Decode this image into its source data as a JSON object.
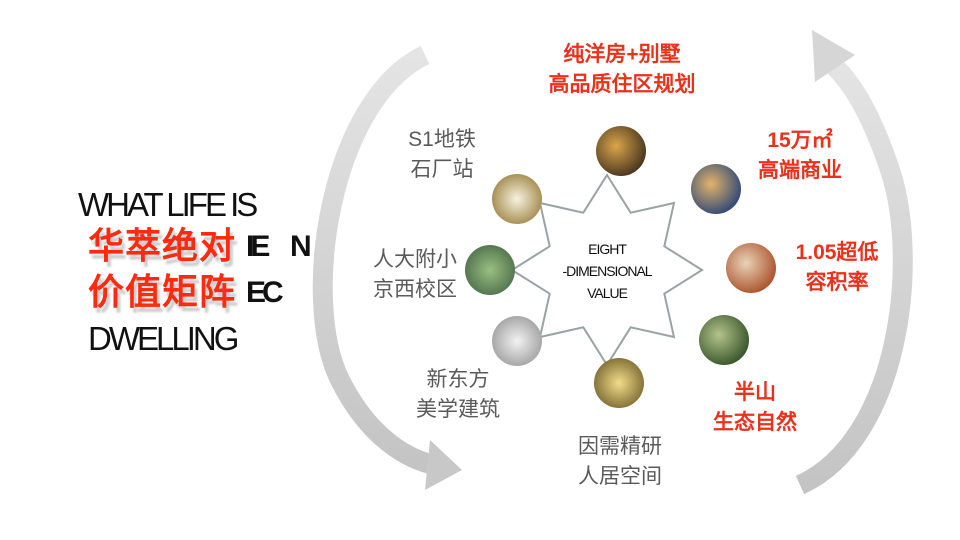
{
  "left_title": {
    "line1": "WHAT LIFE IS",
    "line2_fragment_a": "IE",
    "line2_fragment_b": "N",
    "line3_fragment": "EC",
    "line4": "DWELLING",
    "cn_line1": "华萃绝对",
    "cn_line2": "价值矩阵"
  },
  "center": {
    "line1": "EIGHT",
    "line2": "-DIMENSIONAL",
    "line3": "VALUE"
  },
  "labels": [
    {
      "l1": "纯洋房+别墅",
      "l2": "高品质住区规划",
      "color": "red"
    },
    {
      "l1": "15万㎡",
      "l2": "高端商业",
      "color": "red"
    },
    {
      "l1": "1.05超低",
      "l2": "容积率",
      "color": "red"
    },
    {
      "l1": "半山",
      "l2": "生态自然",
      "color": "red"
    },
    {
      "l1": "因需精研",
      "l2": "人居空间",
      "color": "gray"
    },
    {
      "l1": "新东方",
      "l2": "美学建筑",
      "color": "gray"
    },
    {
      "l1": "人大附小",
      "l2": "京西校区",
      "color": "gray"
    },
    {
      "l1": "S1地铁",
      "l2": "石厂站",
      "color": "gray"
    }
  ],
  "colors": {
    "accent_red": "#e8321c",
    "label_gray": "#5a5a5a",
    "arrow_gray": "#cfcfcf"
  }
}
